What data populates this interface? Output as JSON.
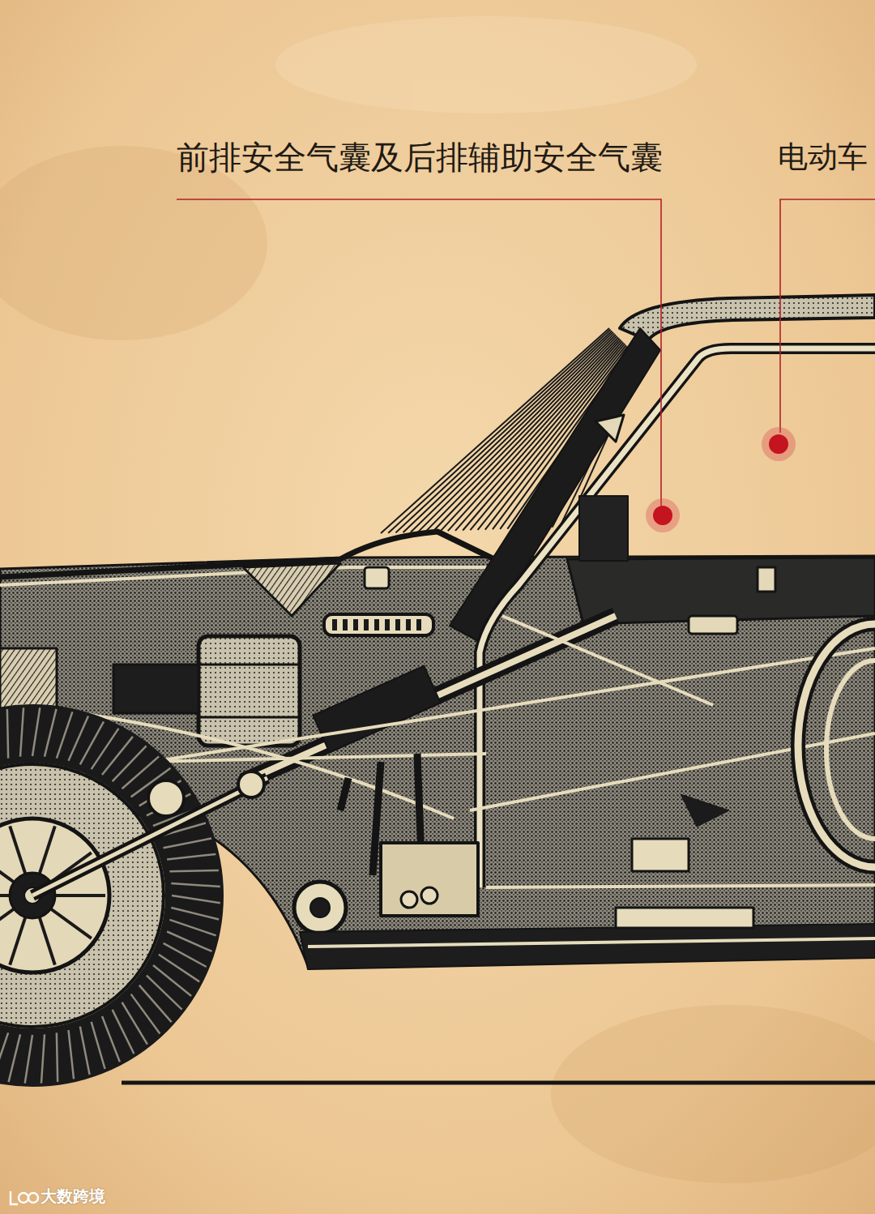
{
  "diagram": {
    "labels": [
      "前排安全气囊及后排辅助安全气囊",
      "电动车",
      "大数跨境"
    ]
  }
}
